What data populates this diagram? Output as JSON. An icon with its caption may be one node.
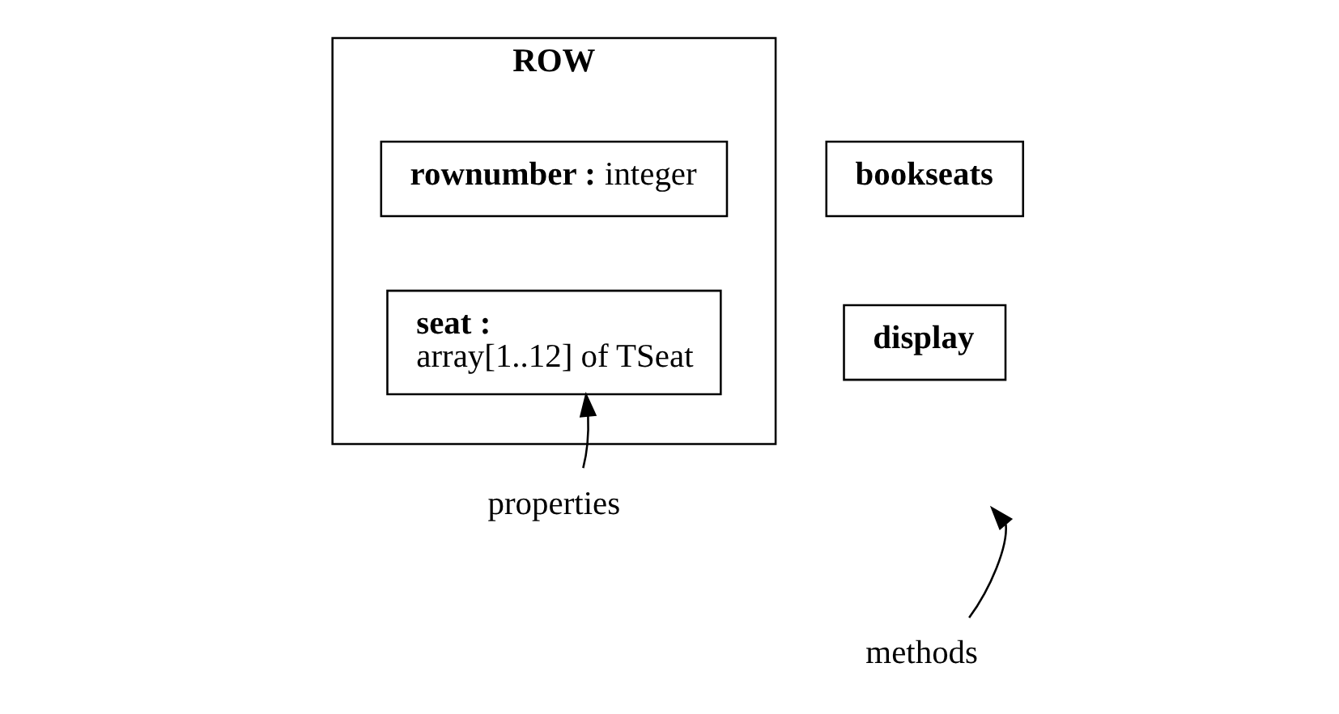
{
  "diagram": {
    "nodes": [
      {
        "text": [
          "ROW"
        ]
      },
      {
        "text": [
          "**rownumber :** integer"
        ],
        "in": 0
      },
      {
        "text": [
          "seat :",
          "array[1..12] of TSeat"
        ],
        "in": 0
      },
      {
        "text": [
          "bookseats"
        ]
      },
      {
        "text": [
          "display"
        ]
      },
      {
        "text": [
          "properties"
        ]
      },
      {
        "text": [
          "methods"
        ]
      }
    ],
    "edges": [
      {
        "from": 5,
        "to": 2,
        "arrow": "to"
      },
      {
        "from": 6,
        "to": null,
        "arrow": "to"
      }
    ]
  }
}
